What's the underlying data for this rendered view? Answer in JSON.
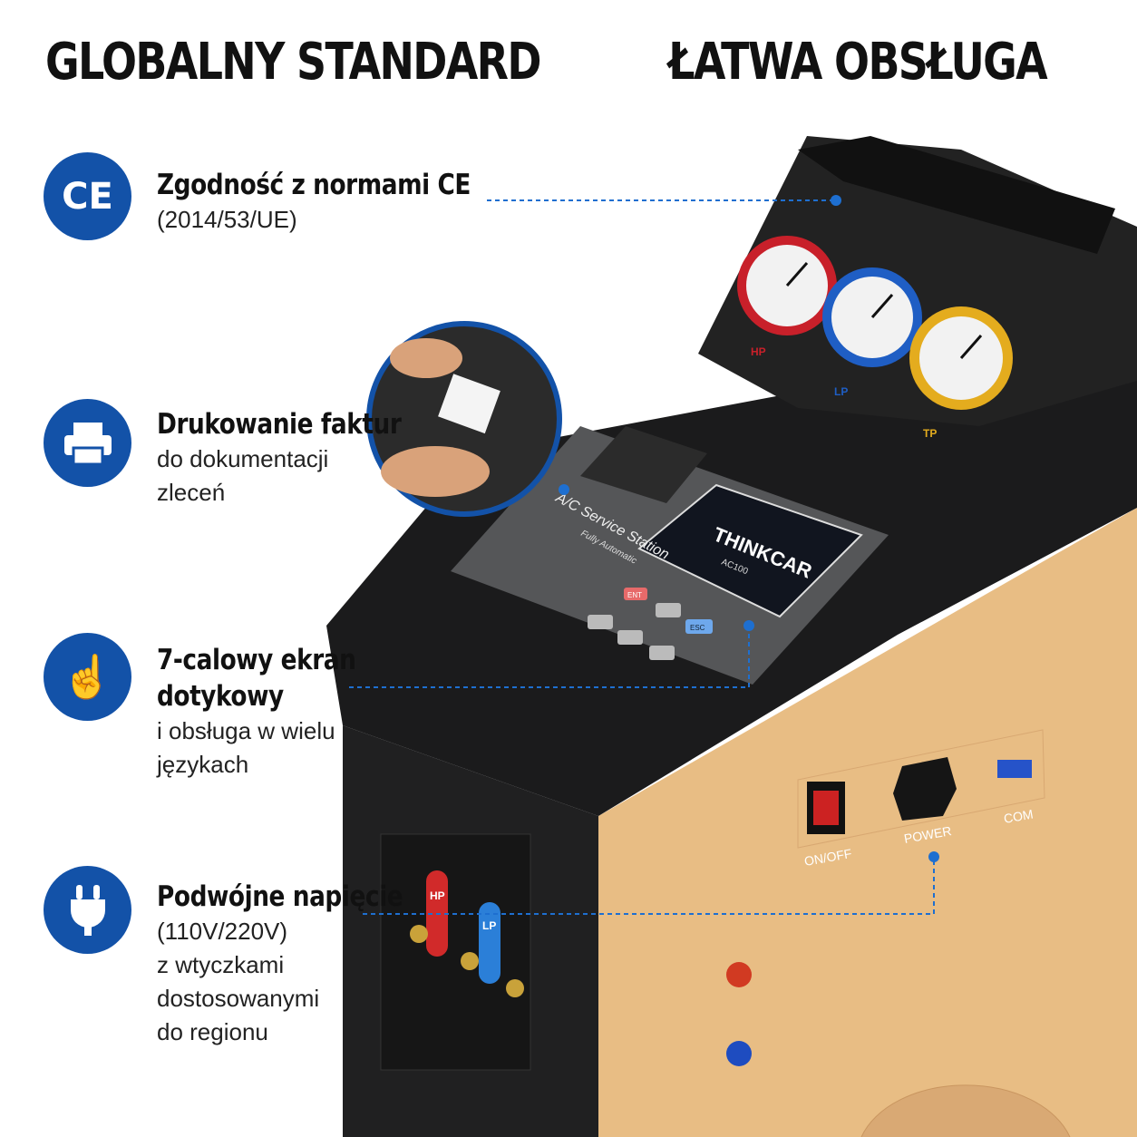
{
  "headings": {
    "left": "GLOBALNY STANDARD",
    "right": "ŁATWA OBSŁUGA"
  },
  "features": [
    {
      "icon": "ce-mark-icon",
      "title": "Zgodność z normami CE",
      "desc": [
        "(2014/53/UE)"
      ]
    },
    {
      "icon": "printer-icon",
      "title": "Drukowanie faktur",
      "desc": [
        "do dokumentacji",
        "zleceń"
      ]
    },
    {
      "icon": "touch-hand-icon",
      "title": "7-calowy ekran",
      "title2": "dotykowy",
      "desc": [
        "i obsługa w wielu",
        "językach"
      ]
    },
    {
      "icon": "plug-icon",
      "title": "Podwójne napięcie",
      "desc": [
        "(110V/220V)",
        "z wtyczkami",
        "dostosowanymi",
        "do regionu"
      ]
    }
  ],
  "machine": {
    "panel_title": "A/C Service Station",
    "panel_subtitle": "Fully Automatic",
    "brand": "THINKCAR",
    "model": "AC100",
    "keys": {
      "ent": "ENT",
      "esc": "ESC"
    },
    "gauges": [
      "HP",
      "LP",
      "TP"
    ],
    "ports": [
      "HP",
      "LP"
    ],
    "rear_labels": {
      "switch": "ON/OFF",
      "power": "POWER",
      "com": "COM"
    }
  },
  "colors": {
    "accent": "#1352a8",
    "gold": "#e8bd84",
    "body": "#1b1b1c"
  }
}
